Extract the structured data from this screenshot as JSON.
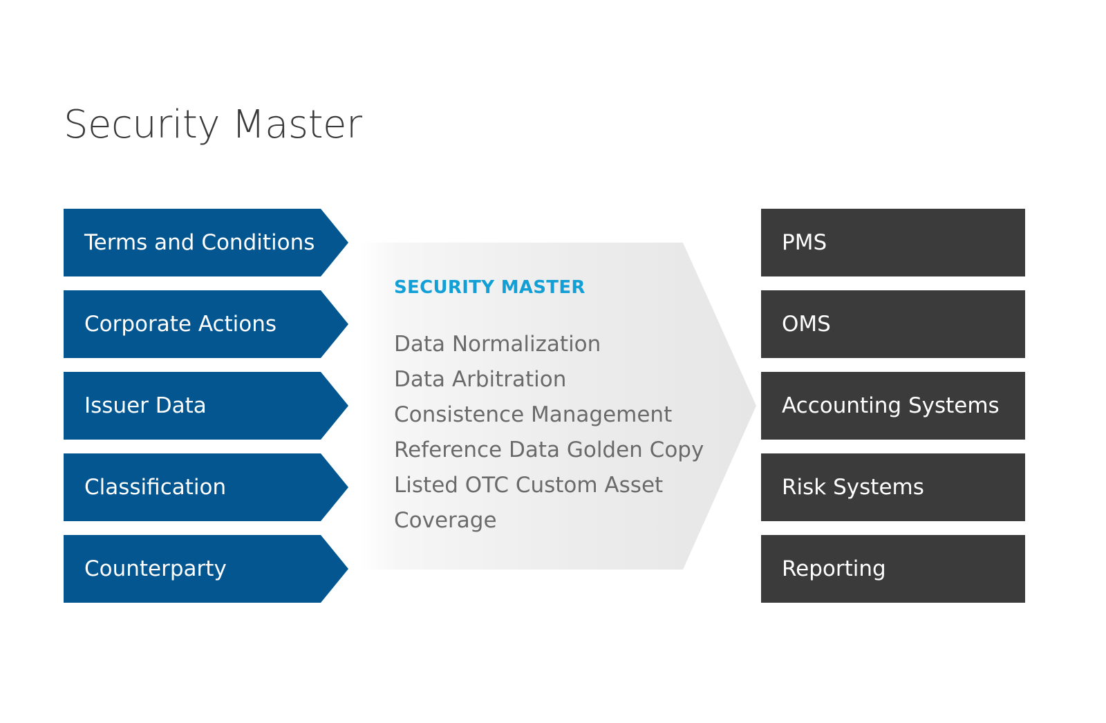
{
  "title": "Security Master",
  "inputs": [
    {
      "label": "Terms and Conditions"
    },
    {
      "label": "Corporate Actions"
    },
    {
      "label": "Issuer Data"
    },
    {
      "label": "Classification"
    },
    {
      "label": "Counterparty"
    }
  ],
  "process": {
    "title": "SECURITY MASTER",
    "items": [
      "Data Normalization",
      "Data Arbitration",
      "Consistence Management",
      "Reference Data Golden Copy",
      "Listed OTC Custom Asset",
      "Coverage"
    ]
  },
  "outputs": [
    {
      "label": "PMS"
    },
    {
      "label": "OMS"
    },
    {
      "label": "Accounting Systems"
    },
    {
      "label": "Risk Systems"
    },
    {
      "label": "Reporting"
    }
  ],
  "colors": {
    "input_fill": "#03568f",
    "output_fill": "#3b3b3b",
    "accent": "#119fd6",
    "process_text": "#6a6a6a"
  }
}
